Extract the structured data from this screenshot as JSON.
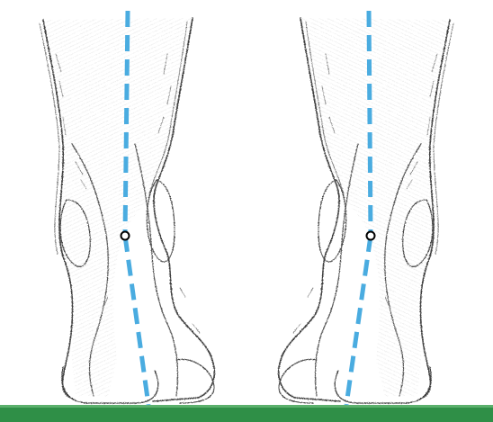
{
  "figure": {
    "panels": [
      {
        "name": "left-foot-heel-view"
      },
      {
        "name": "right-foot-heel-view"
      }
    ],
    "colors": {
      "axis_line": "#4aace0",
      "ground": "#2f8f47",
      "ground_edge": "#1f6a33",
      "sketch": "#4a4a4a",
      "pivot": "#000000"
    },
    "elements": {
      "ground_icon": "ground-bar",
      "axis_icon": "dashed-alignment-line",
      "pivot_icon": "pivot-circle"
    }
  }
}
